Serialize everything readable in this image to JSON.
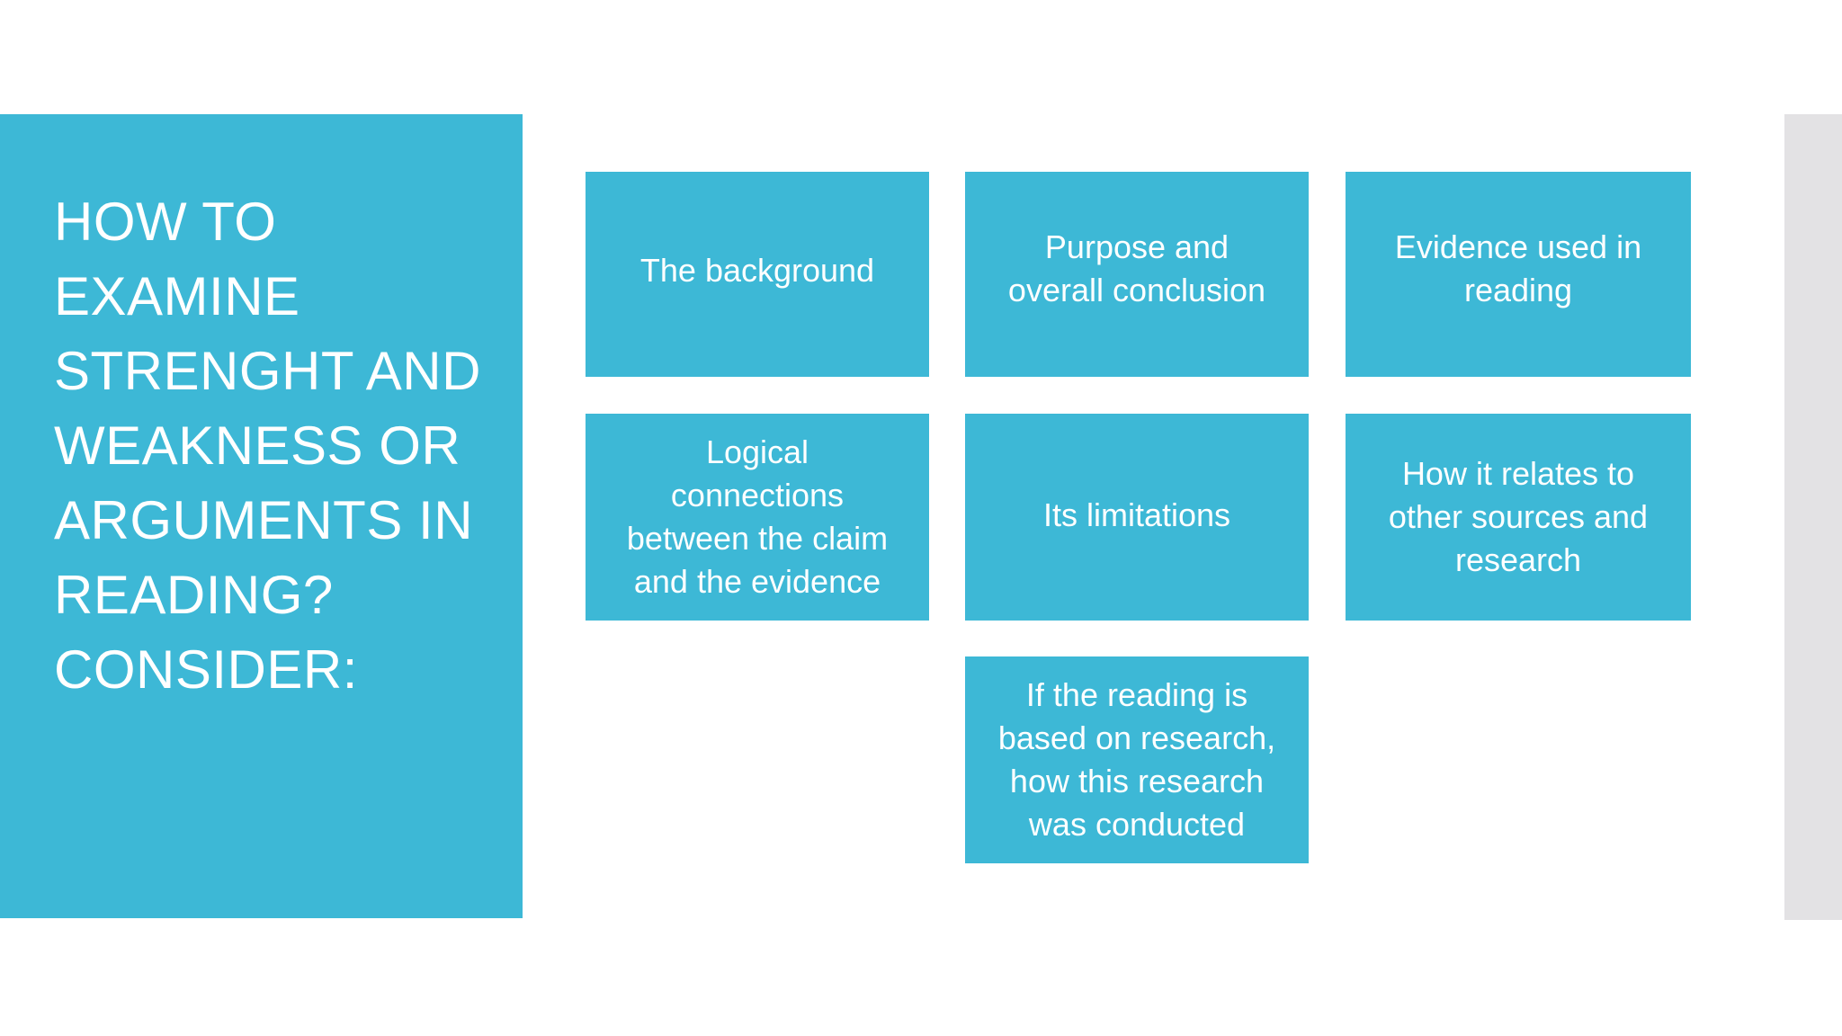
{
  "slide": {
    "title": "HOW TO EXAMINE STRENGHT AND WEAKNESS OR ARGUMENTS IN READING? CONSIDER:",
    "background_color": "#FFFFFF",
    "accent_color": "#3DB8D6",
    "text_color": "#FFFFFF",
    "right_panel_color": "#E3E2E4"
  },
  "boxes": [
    {
      "id": "background",
      "label": "The background"
    },
    {
      "id": "purpose",
      "label": "Purpose and\noverall conclusion"
    },
    {
      "id": "evidence",
      "label": "Evidence used in\nreading"
    },
    {
      "id": "logical",
      "label": "Logical\nconnections\nbetween the claim\nand the evidence"
    },
    {
      "id": "limitations",
      "label": "Its limitations"
    },
    {
      "id": "relates",
      "label": "How it relates to\nother sources and\nresearch"
    },
    {
      "id": "research",
      "label": "If the reading is\nbased on research,\nhow this research\nwas conducted"
    }
  ]
}
